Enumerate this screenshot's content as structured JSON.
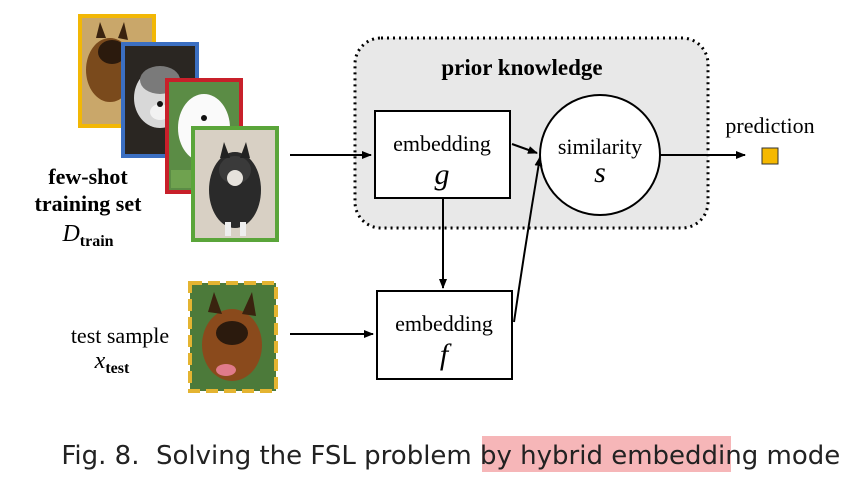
{
  "figure": {
    "prior_box_title": "prior knowledge",
    "embedding_g": {
      "label": "embedding",
      "symbol": "g"
    },
    "embedding_f": {
      "label": "embedding",
      "symbol": "f"
    },
    "similarity": {
      "label": "similarity",
      "symbol": "s"
    },
    "prediction_label": "prediction",
    "training_set": {
      "line1": "few-shot",
      "line2": "training set",
      "symbol_main": "D",
      "symbol_sub": "train"
    },
    "test_sample": {
      "line1": "test sample",
      "symbol_main": "x",
      "symbol_sub": "test"
    },
    "images": {
      "train": [
        "german-shepherd",
        "husky-puppy",
        "white-samoyed-puppy",
        "malamute"
      ],
      "test": "german-shepherd-head"
    }
  },
  "caption": {
    "prefix": "Fig. 8.  Solving the FSL problem by ",
    "highlight": "hybrid embedding",
    "suffix": " model."
  },
  "colors": {
    "prior_box_fill": "#e8e8e8",
    "prediction_marker": "#f5b800",
    "photo_frames": [
      "#f2b705",
      "#3b6fc2",
      "#c8202a",
      "#5aa53a"
    ],
    "test_frame": "#e4b431",
    "caption_highlight": "#f6b6b8"
  }
}
